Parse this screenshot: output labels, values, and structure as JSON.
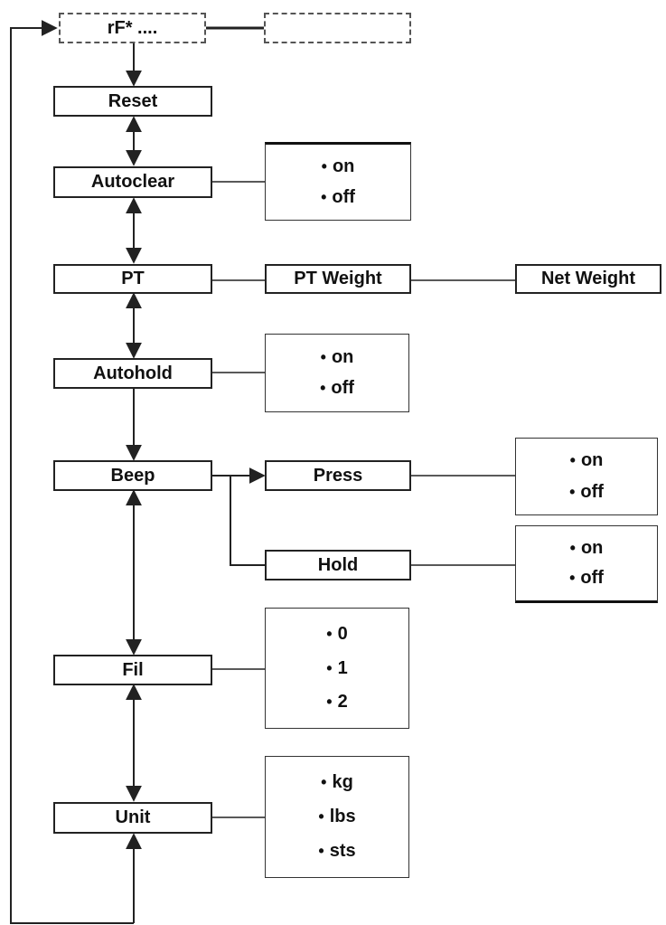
{
  "menu": {
    "rf": "rF* ....",
    "reset": "Reset",
    "autoclear": "Autoclear",
    "pt": "PT",
    "pt_weight": "PT Weight",
    "net_weight": "Net Weight",
    "autohold": "Autohold",
    "beep": "Beep",
    "press": "Press",
    "hold": "Hold",
    "fil": "Fil",
    "unit": "Unit"
  },
  "options": {
    "autoclear": [
      "on",
      "off"
    ],
    "autohold": [
      "on",
      "off"
    ],
    "press": [
      "on",
      "off"
    ],
    "hold": [
      "on",
      "off"
    ],
    "fil": [
      "0",
      "1",
      "2"
    ],
    "unit": [
      "kg",
      "lbs",
      "sts"
    ]
  },
  "bullet": "•",
  "colors": {
    "line": "#222222",
    "dashed": "#555555",
    "background": "#ffffff"
  }
}
